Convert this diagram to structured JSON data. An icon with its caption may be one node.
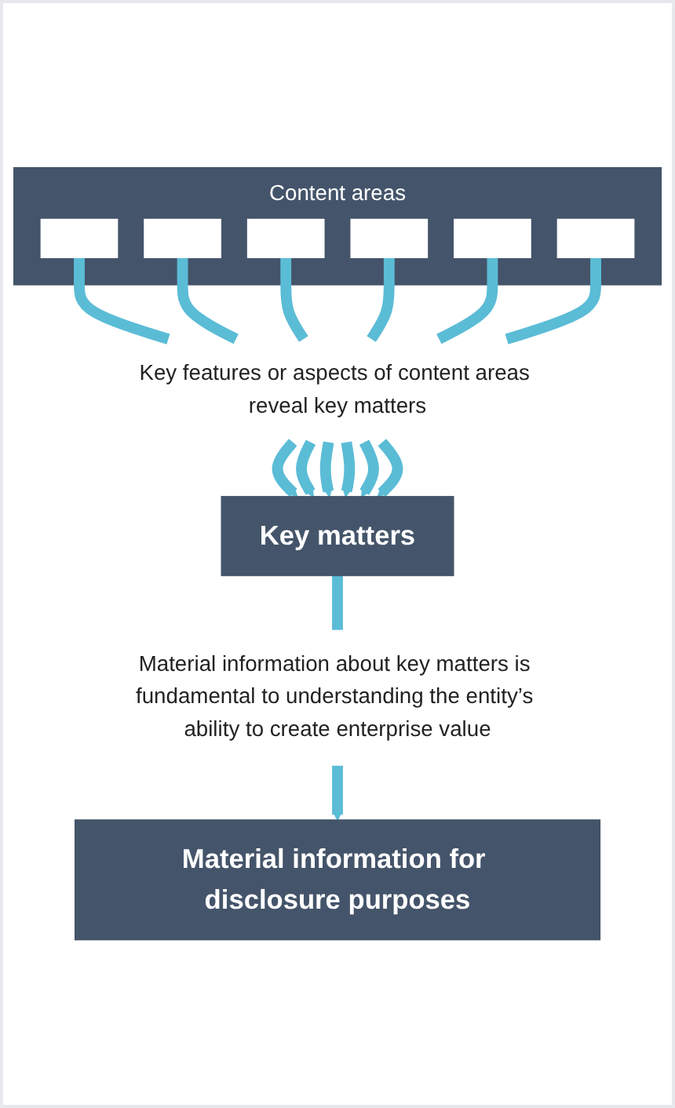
{
  "diagram": {
    "nodes": [
      {
        "text": [
          "Content areas"
        ]
      },
      {
        "text": [],
        "shape": "box",
        "in": 0
      },
      {
        "text": [],
        "shape": "box",
        "in": 0
      },
      {
        "text": [],
        "shape": "box",
        "in": 0
      },
      {
        "text": [],
        "shape": "box",
        "in": 0
      },
      {
        "text": [],
        "shape": "box",
        "in": 0
      },
      {
        "text": [],
        "shape": "box",
        "in": 0
      },
      {
        "text": [
          "Key features or aspects of content areas reveal key matters"
        ]
      },
      {
        "text": [
          "Key matters"
        ]
      },
      {
        "text": [
          "Material information about key matters is fundamental to understanding the entity’s ability to create enterprise value"
        ]
      },
      {
        "text": [
          "Material information for disclosure purposes"
        ]
      }
    ],
    "edges": [
      {
        "from": 1,
        "to": 7,
        "arrow": "none"
      },
      {
        "from": 2,
        "to": 7,
        "arrow": "none"
      },
      {
        "from": 3,
        "to": 7,
        "arrow": "none"
      },
      {
        "from": 4,
        "to": 7,
        "arrow": "none"
      },
      {
        "from": 5,
        "to": 7,
        "arrow": "none"
      },
      {
        "from": 6,
        "to": 7,
        "arrow": "none"
      },
      {
        "from": 7,
        "to": 8,
        "arrow": "to"
      },
      {
        "from": 7,
        "to": 8,
        "arrow": "to"
      },
      {
        "from": 7,
        "to": 8,
        "arrow": "to"
      },
      {
        "from": 7,
        "to": 8,
        "arrow": "to"
      },
      {
        "from": 7,
        "to": 8,
        "arrow": "to"
      },
      {
        "from": 7,
        "to": 8,
        "arrow": "to"
      },
      {
        "from": 8,
        "to": 9,
        "arrow": "none"
      },
      {
        "from": 9,
        "to": 10,
        "arrow": "to"
      }
    ]
  }
}
